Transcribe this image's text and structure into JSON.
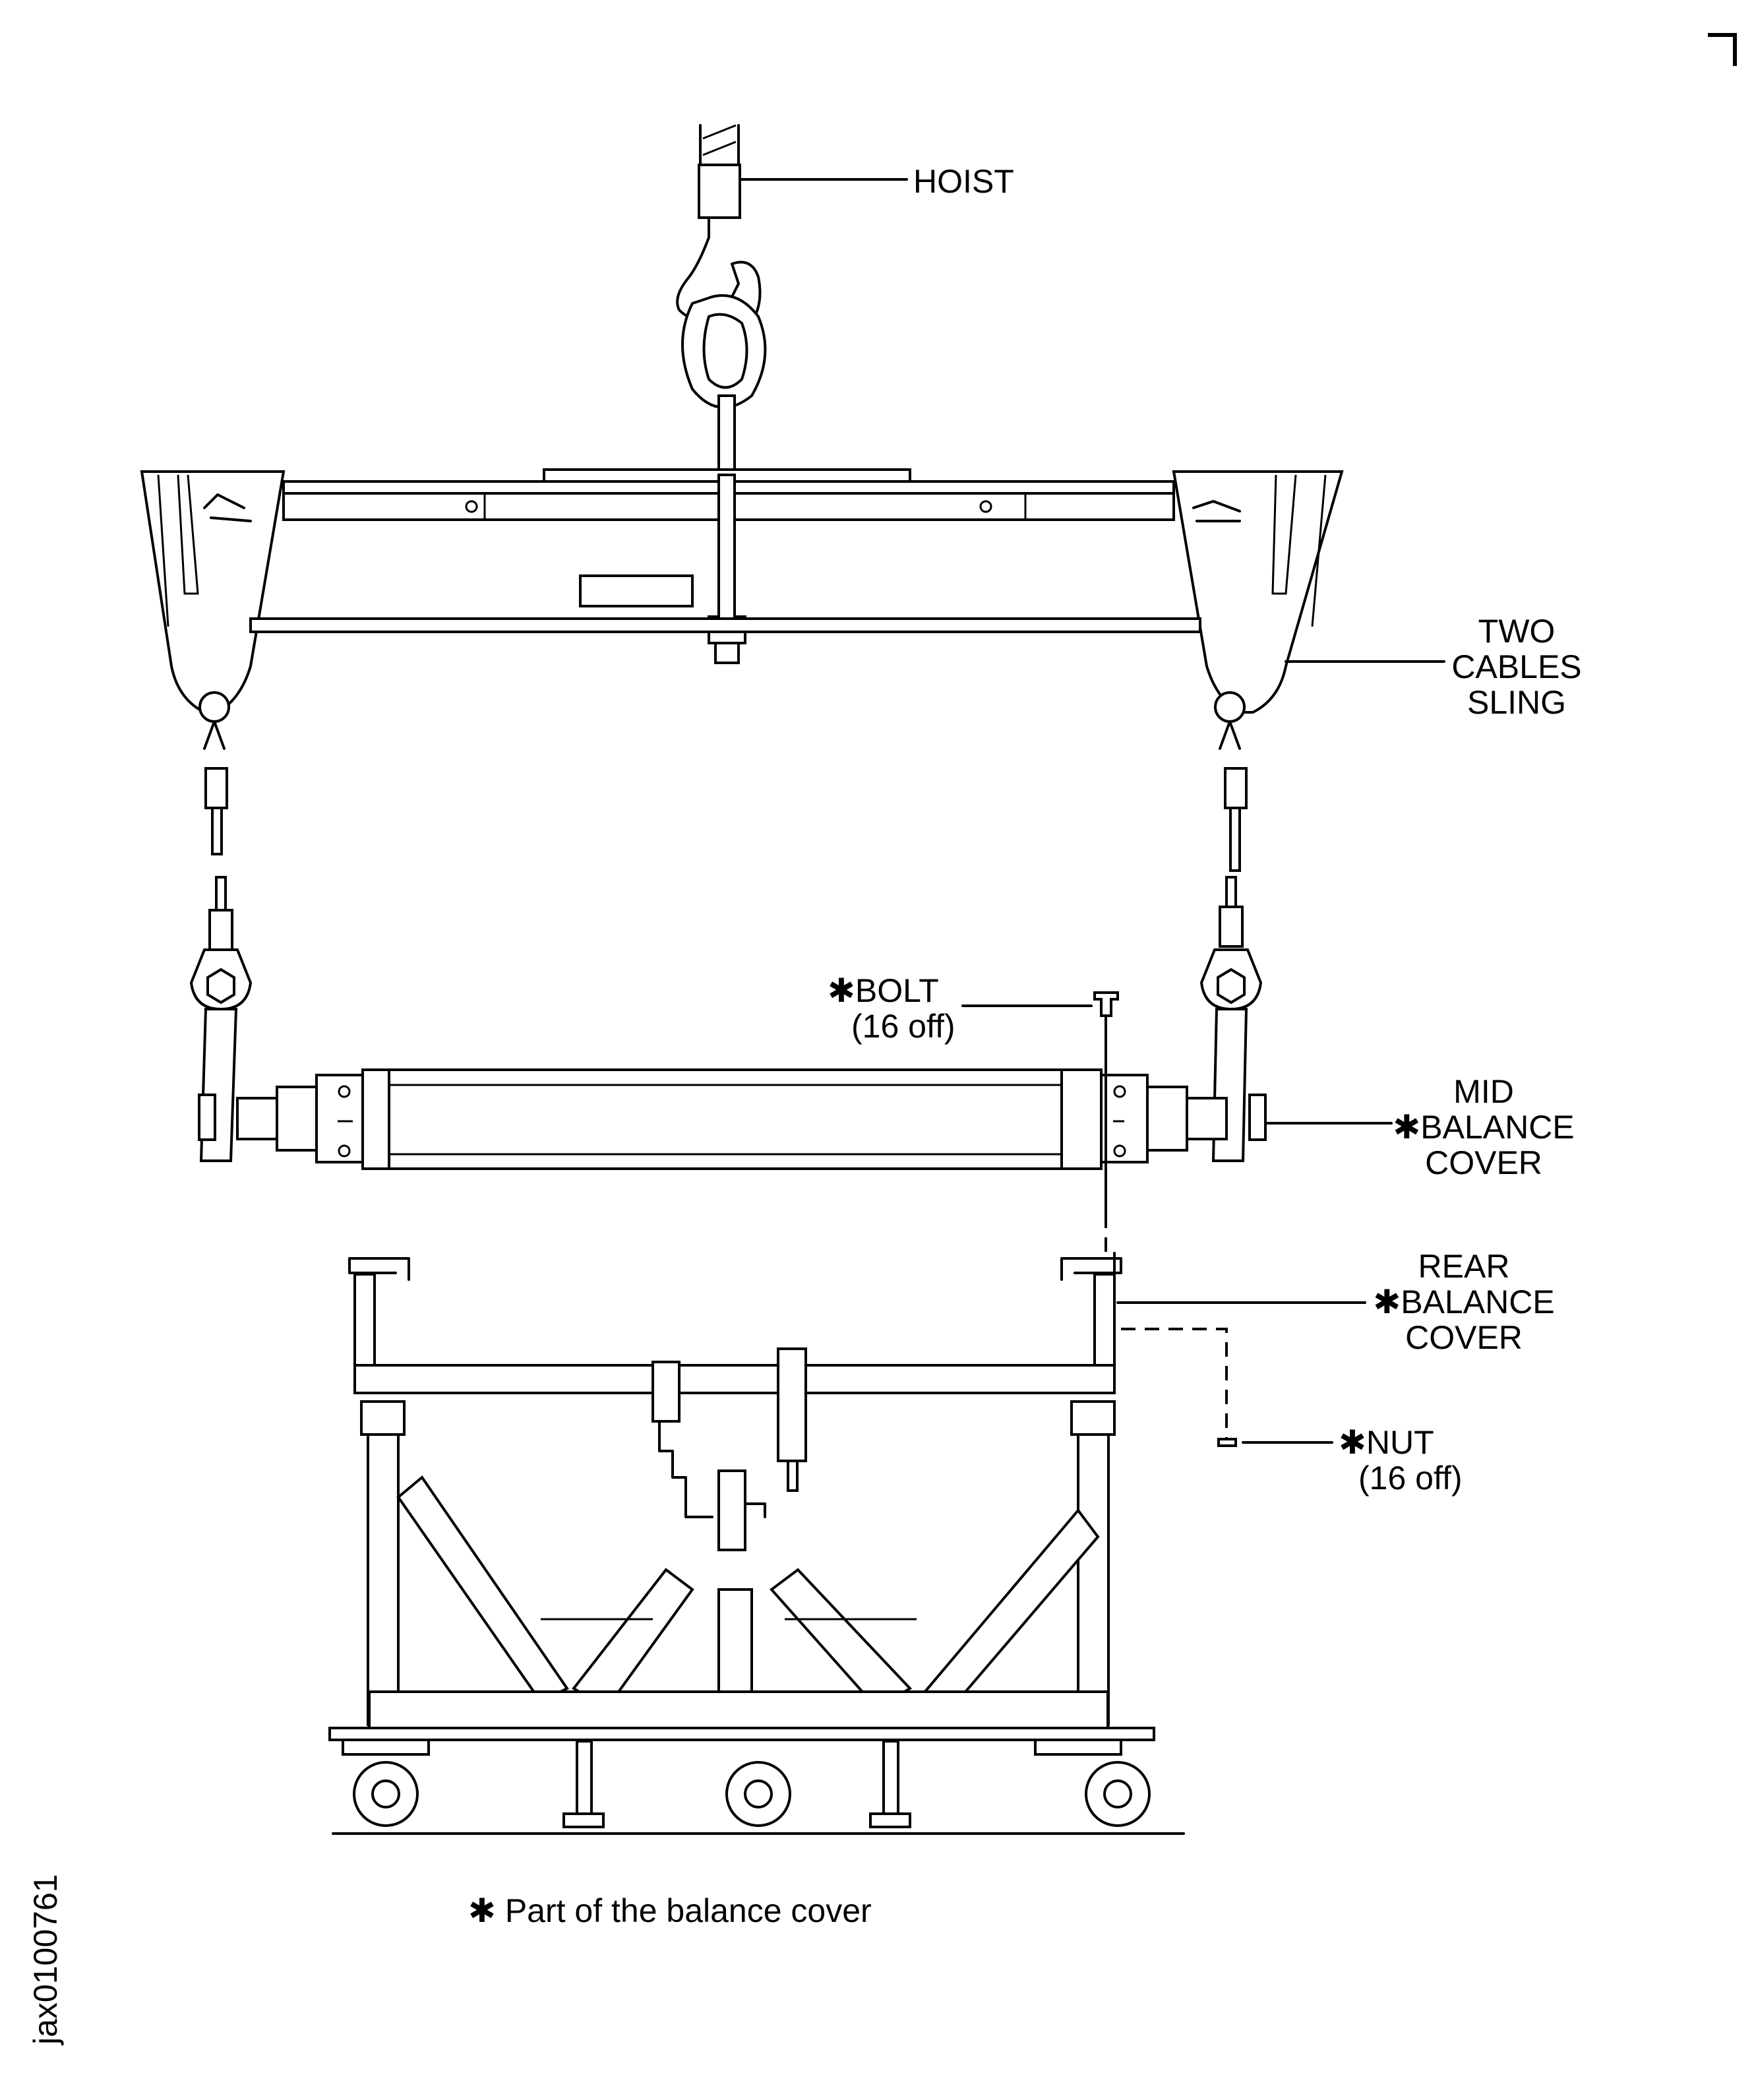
{
  "labels": {
    "hoist": "HOIST",
    "two_cables_sling": [
      "TWO",
      "CABLES",
      "SLING"
    ],
    "bolt": [
      "BOLT",
      "(16 off)"
    ],
    "mid_balance_cover": [
      "MID",
      "BALANCE",
      "COVER"
    ],
    "rear_balance_cover": [
      "REAR",
      "BALANCE",
      "COVER"
    ],
    "nut": [
      "NUT",
      "(16 off)"
    ],
    "asterisk": "✱",
    "footnote": "Part of the balance cover"
  },
  "figure_id": "jax0100761"
}
